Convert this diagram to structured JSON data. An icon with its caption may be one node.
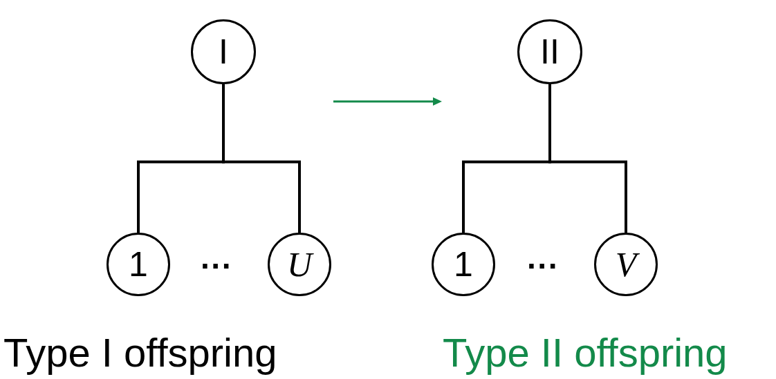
{
  "diagram": {
    "nodes": [
      {
        "text": [
          "I"
        ]
      },
      {
        "text": [
          "1"
        ]
      },
      {
        "text": [
          "U"
        ]
      },
      {
        "text": [
          "II"
        ]
      },
      {
        "text": [
          "1"
        ]
      },
      {
        "text": [
          "V"
        ]
      }
    ],
    "edges": [
      {
        "from": 0,
        "to": 1,
        "arrow": "none"
      },
      {
        "from": 0,
        "to": 2,
        "arrow": "none"
      },
      {
        "from": 3,
        "to": 4,
        "arrow": "none"
      },
      {
        "from": 3,
        "to": 5,
        "arrow": "none"
      }
    ],
    "labels": [
      "···",
      "Type I offspring",
      "···",
      "Type II offspring"
    ]
  }
}
